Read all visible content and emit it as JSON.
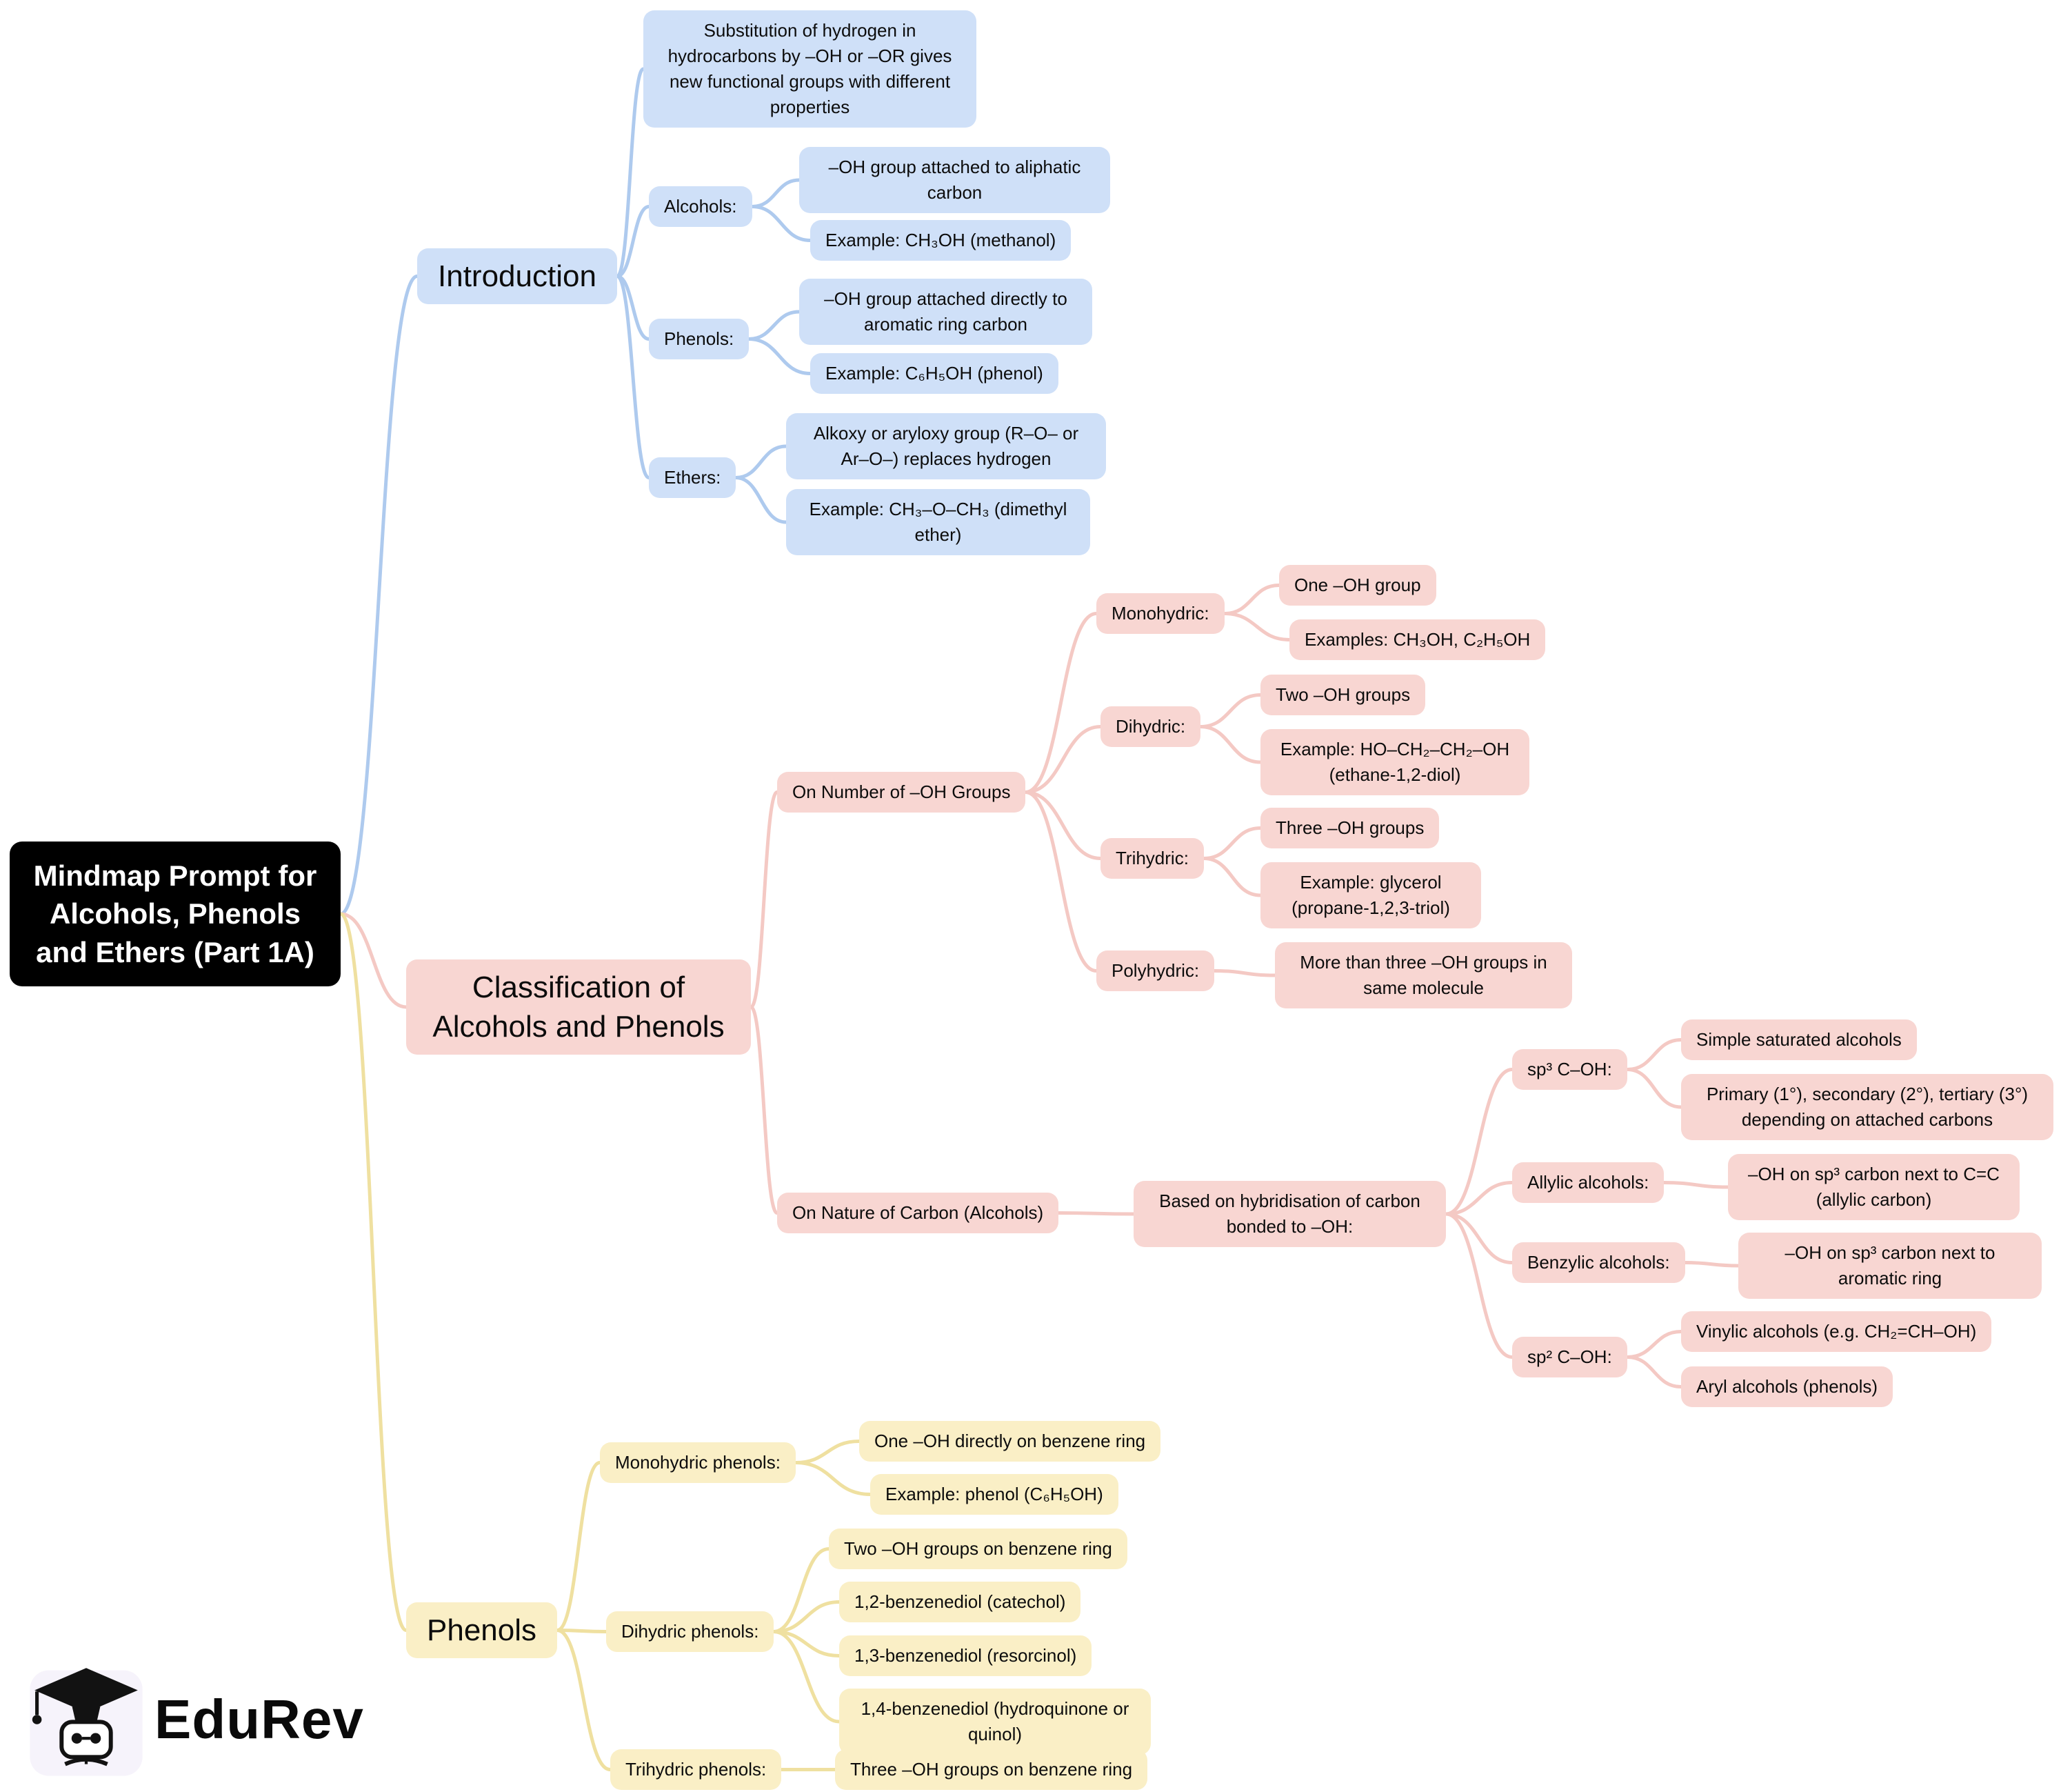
{
  "page": {
    "title": "Mindmap Prompt for Alcohols, Phenols and Ethers (Part 1A)"
  },
  "mindmap": {
    "root": "Mindmap Prompt for Alcohols, Phenols and Ethers (Part 1A)",
    "introduction": {
      "label": "Introduction",
      "note": "Substitution of hydrogen in hydrocarbons by –OH or –OR gives new functional groups with different properties",
      "alcohols": {
        "label": "Alcohols:",
        "definition": "–OH group attached to aliphatic carbon",
        "example": "Example: CH₃OH (methanol)"
      },
      "phenols": {
        "label": "Phenols:",
        "definition": "–OH group attached directly to aromatic ring carbon",
        "example": "Example: C₆H₅OH (phenol)"
      },
      "ethers": {
        "label": "Ethers:",
        "definition": "Alkoxy or aryloxy group (R–O– or Ar–O–) replaces hydrogen",
        "example": "Example: CH₃–O–CH₃ (dimethyl ether)"
      }
    },
    "classification": {
      "label": "Classification of Alcohols and Phenols",
      "by_oh_groups": {
        "label": "On Number of –OH Groups",
        "monohydric": {
          "label": "Monohydric:",
          "definition": "One –OH group",
          "example": "Examples: CH₃OH, C₂H₅OH"
        },
        "dihydric": {
          "label": "Dihydric:",
          "definition": "Two –OH groups",
          "example": "Example: HO–CH₂–CH₂–OH (ethane-1,2-diol)"
        },
        "trihydric": {
          "label": "Trihydric:",
          "definition": "Three –OH groups",
          "example": "Example: glycerol (propane-1,2,3-triol)"
        },
        "polyhydric": {
          "label": "Polyhydric:",
          "definition": "More than three –OH groups in same molecule"
        }
      },
      "by_carbon_nature": {
        "label": "On Nature of Carbon (Alcohols)",
        "basis": "Based on hybridisation of carbon bonded to –OH:",
        "sp3": {
          "label": "sp³ C–OH:",
          "point1": "Simple saturated alcohols",
          "point2": "Primary (1°), secondary (2°), tertiary (3°) depending on attached carbons"
        },
        "allylic": {
          "label": "Allylic alcohols:",
          "definition": "–OH on sp³ carbon next to C=C (allylic carbon)"
        },
        "benzylic": {
          "label": "Benzylic alcohols:",
          "definition": "–OH on sp³ carbon next to aromatic ring"
        },
        "sp2": {
          "label": "sp² C–OH:",
          "point1": "Vinylic alcohols (e.g. CH₂=CH–OH)",
          "point2": "Aryl alcohols (phenols)"
        }
      }
    },
    "phenols": {
      "label": "Phenols",
      "monohydric": {
        "label": "Monohydric phenols:",
        "point1": "One –OH directly on benzene ring",
        "point2": "Example: phenol (C₆H₅OH)"
      },
      "dihydric": {
        "label": "Dihydric phenols:",
        "point1": "Two –OH groups on benzene ring",
        "point2": "1,2-benzenediol (catechol)",
        "point3": "1,3-benzenediol (resorcinol)",
        "point4": "1,4-benzenediol (hydroquinone or quinol)"
      },
      "trihydric": {
        "label": "Trihydric phenols:",
        "point1": "Three –OH groups on benzene ring"
      }
    }
  },
  "branding": {
    "logo_text": "EduRev"
  },
  "colors": {
    "branch_fill": {
      "intro": "#cfe0f8",
      "cls": "#f8d6d2",
      "phen": "#faefc6"
    },
    "lines": {
      "intro": "#aecaee",
      "cls": "#f4c9c4",
      "phen": "#efe0a0"
    },
    "root_bg": "#000000",
    "root_text": "#ffffff"
  }
}
